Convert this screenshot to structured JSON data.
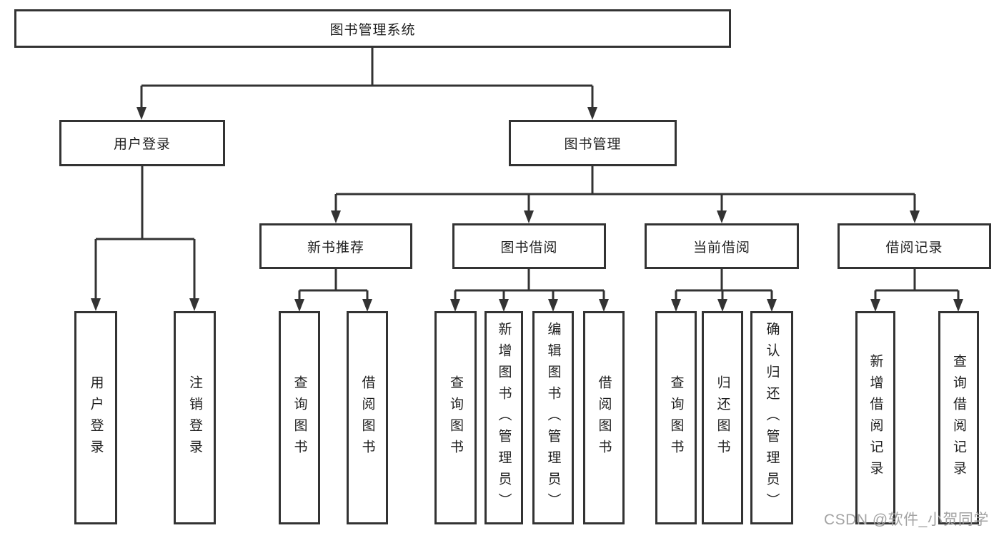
{
  "diagram": {
    "title": "图书管理系统",
    "level2": [
      "用户登录",
      "图书管理"
    ],
    "level3": [
      "新书推荐",
      "图书借阅",
      "当前借阅",
      "借阅记录"
    ],
    "leaves": {
      "login": [
        "用户登录",
        "注销登录"
      ],
      "recommend": [
        "查询图书",
        "借阅图书"
      ],
      "borrow": [
        "查询图书",
        "新增图书（管理员）",
        "编辑图书（管理员）",
        "借阅图书"
      ],
      "current": [
        "查询图书",
        "归还图书",
        "确认归还（管理员）"
      ],
      "records": [
        "新增借阅记录",
        "查询借阅记录"
      ]
    },
    "line_color": "#333333",
    "text_color": "#1f1f1f",
    "background_color": "#ffffff"
  },
  "watermark": "CSDN @软件_小贺同学"
}
